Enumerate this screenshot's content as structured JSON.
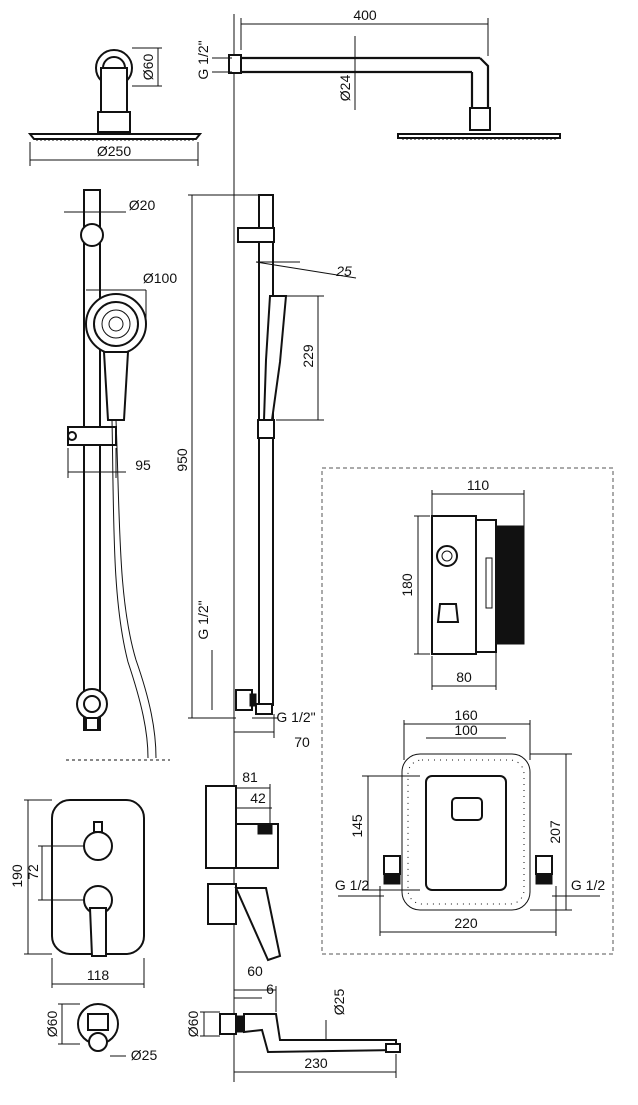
{
  "dimensions": {
    "arm_length": "400",
    "arm_thread": "G 1/2\"",
    "flange_dia": "Ø60",
    "arm_dia": "Ø24",
    "head_dia": "Ø250",
    "rail_dia": "Ø20",
    "handset_dia": "Ø100",
    "handset_angle": "25",
    "handset_length": "229",
    "rail_height": "950",
    "holder_offset": "95",
    "outlet_thread": "G 1/2\"",
    "outlet_thread_side": "G 1/2\"",
    "outlet_offset": "70",
    "body_width": "110",
    "body_height": "180",
    "body_depth": "80",
    "frame_outer": "160",
    "frame_inner": "100",
    "frame_height": "145",
    "frame_total_height": "207",
    "frame_width": "220",
    "thread_left": "G 1/2",
    "thread_right": "G 1/2",
    "plate_depth": "81",
    "plate_offset": "42",
    "plate_height": "190",
    "lever_height": "72",
    "plate_width": "118",
    "spout_flange_dia": "Ø60",
    "spout_dia": "Ø25",
    "spout_projection": "60",
    "spout_offset": "6",
    "spout_pipe_dia": "Ø25",
    "spout_flange_side": "Ø60",
    "spout_length": "230"
  }
}
